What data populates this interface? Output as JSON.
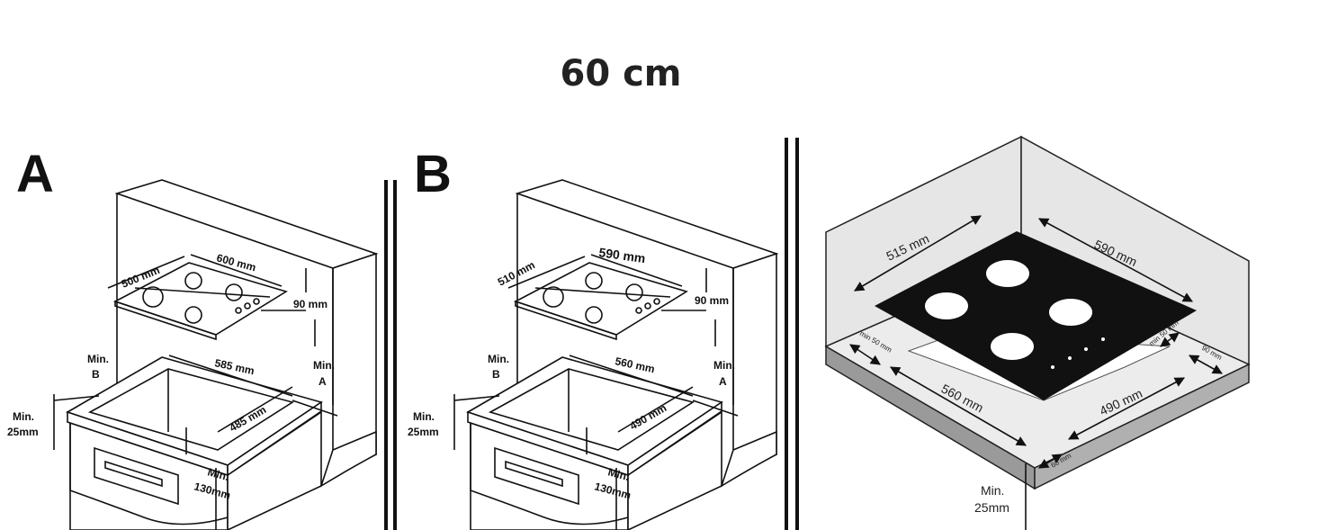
{
  "title": "60 cm",
  "panel_a": {
    "letter": "A",
    "labels": {
      "depth": "500 mm",
      "width": "600 mm",
      "clearance": "90 mm",
      "cut_width": "585 mm",
      "cut_depth": "485 mm",
      "min_b_1": "Min.",
      "min_b_2": "B",
      "min_a_1": "Min.",
      "min_a_2": "A",
      "min_25_1": "Min.",
      "min_25_2": "25mm",
      "min_130_1": "Min.",
      "min_130_2": "130mm"
    }
  },
  "panel_b": {
    "letter": "B",
    "labels": {
      "depth": "510 mm",
      "width": "590 mm",
      "clearance": "90 mm",
      "cut_width": "560 mm",
      "cut_depth": "490 mm",
      "min_b_1": "Min.",
      "min_b_2": "B",
      "min_a_1": "Min.",
      "min_a_2": "A",
      "min_25_1": "Min.",
      "min_25_2": "25mm",
      "min_130_1": "Min.",
      "min_130_2": "130mm"
    }
  },
  "panel_c": {
    "labels": {
      "depth": "515 mm",
      "width": "590 mm",
      "min_left": "min 50 mm",
      "min_right": "min 50 mm",
      "side": "90 mm",
      "cut_width": "560 mm",
      "cut_depth": "490 mm",
      "front": "60 mm",
      "min_25_1": "Min.",
      "min_25_2": "25mm"
    }
  }
}
